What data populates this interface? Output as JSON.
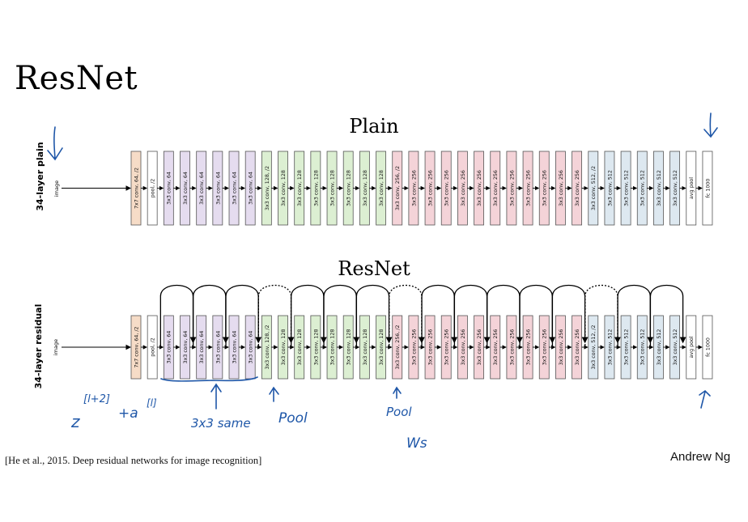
{
  "slide": {
    "title": "ResNet",
    "citation": "[He et al., 2015. Deep residual networks for image recognition]",
    "author": "Andrew Ng"
  },
  "plain": {
    "heading": "Plain",
    "side_label": "34-layer plain",
    "input_label": "image"
  },
  "resnet": {
    "heading": "ResNet",
    "side_label": "34-layer residual",
    "input_label": "image"
  },
  "layers": [
    {
      "label": "7x7 conv, 64, /2",
      "stage": "stem"
    },
    {
      "label": "pool, /2",
      "stage": "pool"
    },
    {
      "label": "3x3 conv, 64",
      "stage": "s64"
    },
    {
      "label": "3x3 conv, 64",
      "stage": "s64"
    },
    {
      "label": "3x3 conv, 64",
      "stage": "s64"
    },
    {
      "label": "3x3 conv, 64",
      "stage": "s64"
    },
    {
      "label": "3x3 conv, 64",
      "stage": "s64"
    },
    {
      "label": "3x3 conv, 64",
      "stage": "s64"
    },
    {
      "label": "3x3 conv, 128, /2",
      "stage": "s128"
    },
    {
      "label": "3x3 conv, 128",
      "stage": "s128"
    },
    {
      "label": "3x3 conv, 128",
      "stage": "s128"
    },
    {
      "label": "3x3 conv, 128",
      "stage": "s128"
    },
    {
      "label": "3x3 conv, 128",
      "stage": "s128"
    },
    {
      "label": "3x3 conv, 128",
      "stage": "s128"
    },
    {
      "label": "3x3 conv, 128",
      "stage": "s128"
    },
    {
      "label": "3x3 conv, 128",
      "stage": "s128"
    },
    {
      "label": "3x3 conv, 256, /2",
      "stage": "s256"
    },
    {
      "label": "3x3 conv, 256",
      "stage": "s256"
    },
    {
      "label": "3x3 conv, 256",
      "stage": "s256"
    },
    {
      "label": "3x3 conv, 256",
      "stage": "s256"
    },
    {
      "label": "3x3 conv, 256",
      "stage": "s256"
    },
    {
      "label": "3x3 conv, 256",
      "stage": "s256"
    },
    {
      "label": "3x3 conv, 256",
      "stage": "s256"
    },
    {
      "label": "3x3 conv, 256",
      "stage": "s256"
    },
    {
      "label": "3x3 conv, 256",
      "stage": "s256"
    },
    {
      "label": "3x3 conv, 256",
      "stage": "s256"
    },
    {
      "label": "3x3 conv, 256",
      "stage": "s256"
    },
    {
      "label": "3x3 conv, 256",
      "stage": "s256"
    },
    {
      "label": "3x3 conv, 512, /2",
      "stage": "s512"
    },
    {
      "label": "3x3 conv, 512",
      "stage": "s512"
    },
    {
      "label": "3x3 conv, 512",
      "stage": "s512"
    },
    {
      "label": "3x3 conv, 512",
      "stage": "s512"
    },
    {
      "label": "3x3 conv, 512",
      "stage": "s512"
    },
    {
      "label": "3x3 conv, 512",
      "stage": "s512"
    },
    {
      "label": "avg pool",
      "stage": "pool"
    },
    {
      "label": "fc 1000",
      "stage": "fc"
    }
  ],
  "stage_colors": {
    "stem": "#f6dcc7",
    "s64": "#e5dcef",
    "s128": "#dcefd2",
    "s256": "#f4d3d8",
    "s512": "#dde8f0",
    "fc": "#ffffff"
  },
  "skips": [
    {
      "from": 2,
      "to": 3,
      "dashed": false
    },
    {
      "from": 4,
      "to": 5,
      "dashed": false
    },
    {
      "from": 6,
      "to": 7,
      "dashed": false
    },
    {
      "from": 8,
      "to": 9,
      "dashed": true
    },
    {
      "from": 10,
      "to": 11,
      "dashed": false
    },
    {
      "from": 12,
      "to": 13,
      "dashed": false
    },
    {
      "from": 14,
      "to": 15,
      "dashed": false
    },
    {
      "from": 16,
      "to": 17,
      "dashed": true
    },
    {
      "from": 18,
      "to": 19,
      "dashed": false
    },
    {
      "from": 20,
      "to": 21,
      "dashed": false
    },
    {
      "from": 22,
      "to": 23,
      "dashed": false
    },
    {
      "from": 24,
      "to": 25,
      "dashed": false
    },
    {
      "from": 26,
      "to": 27,
      "dashed": false
    },
    {
      "from": 28,
      "to": 29,
      "dashed": true
    },
    {
      "from": 30,
      "to": 31,
      "dashed": false
    },
    {
      "from": 32,
      "to": 33,
      "dashed": false
    }
  ],
  "annotations": {
    "bracket_note": "3x3 same",
    "pool_note_1": "Pool",
    "pool_note_2": "Pool",
    "ws_note": "Ws",
    "eq_z": "z",
    "eq_z_sup": "[l+2]",
    "eq_plus_a": "+a",
    "eq_a_sup": "[l]",
    "ink_color": "#1f57a8"
  }
}
